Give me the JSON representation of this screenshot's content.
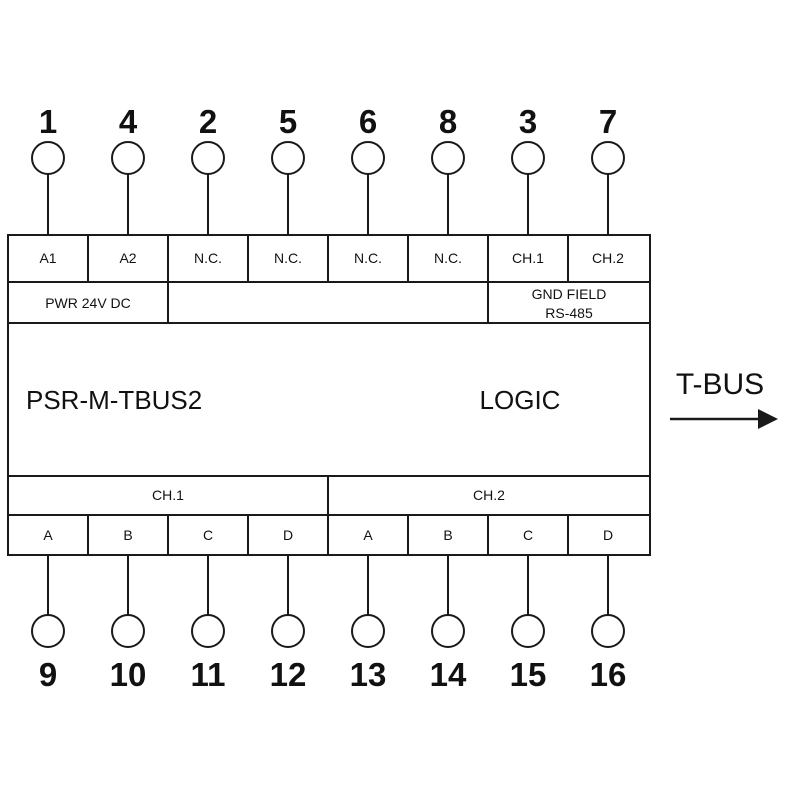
{
  "top_terminals": [
    {
      "number": "1",
      "label": "A1"
    },
    {
      "number": "4",
      "label": "A2"
    },
    {
      "number": "2",
      "label": "N.C."
    },
    {
      "number": "5",
      "label": "N.C."
    },
    {
      "number": "6",
      "label": "N.C."
    },
    {
      "number": "8",
      "label": "N.C."
    },
    {
      "number": "3",
      "label": "CH.1"
    },
    {
      "number": "7",
      "label": "CH.2"
    }
  ],
  "group_labels": {
    "power": "PWR 24V DC",
    "gnd_line1": "GND FIELD",
    "gnd_line2": "RS-485"
  },
  "module": {
    "name": "PSR-M-TBUS2",
    "logic": "LOGIC"
  },
  "bottom_groups": {
    "ch1": "CH.1",
    "ch2": "CH.2"
  },
  "bottom_terminals": [
    {
      "number": "9",
      "label": "A"
    },
    {
      "number": "10",
      "label": "B"
    },
    {
      "number": "11",
      "label": "C"
    },
    {
      "number": "12",
      "label": "D"
    },
    {
      "number": "13",
      "label": "A"
    },
    {
      "number": "14",
      "label": "B"
    },
    {
      "number": "15",
      "label": "C"
    },
    {
      "number": "16",
      "label": "D"
    }
  ],
  "bus": {
    "label": "T-BUS"
  }
}
